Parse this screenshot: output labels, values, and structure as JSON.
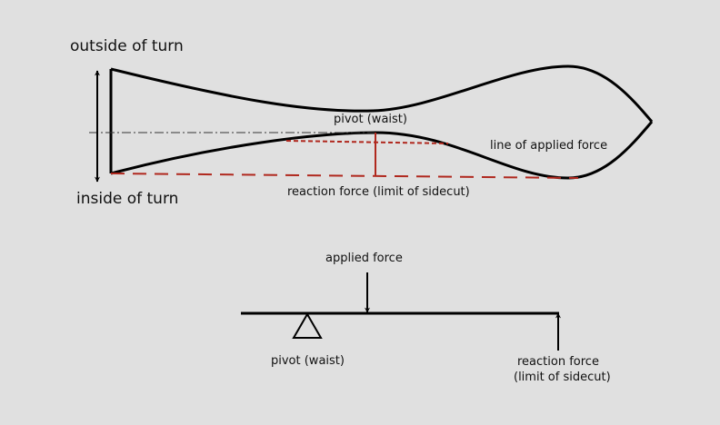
{
  "colors": {
    "background": "#e0e0e0",
    "outline": "#000000",
    "force_line": "#b0281e"
  },
  "top_diagram": {
    "outside_label": "outside of turn",
    "inside_label": "inside of turn",
    "pivot_label": "pivot (waist)",
    "applied_force_line_label": "line of applied force",
    "reaction_label": "reaction force (limit of sidecut)"
  },
  "bottom_diagram": {
    "applied_force_label": "applied force",
    "pivot_label": "pivot (waist)",
    "reaction_label_line1": "reaction force",
    "reaction_label_line2": "(limit of sidecut)"
  }
}
